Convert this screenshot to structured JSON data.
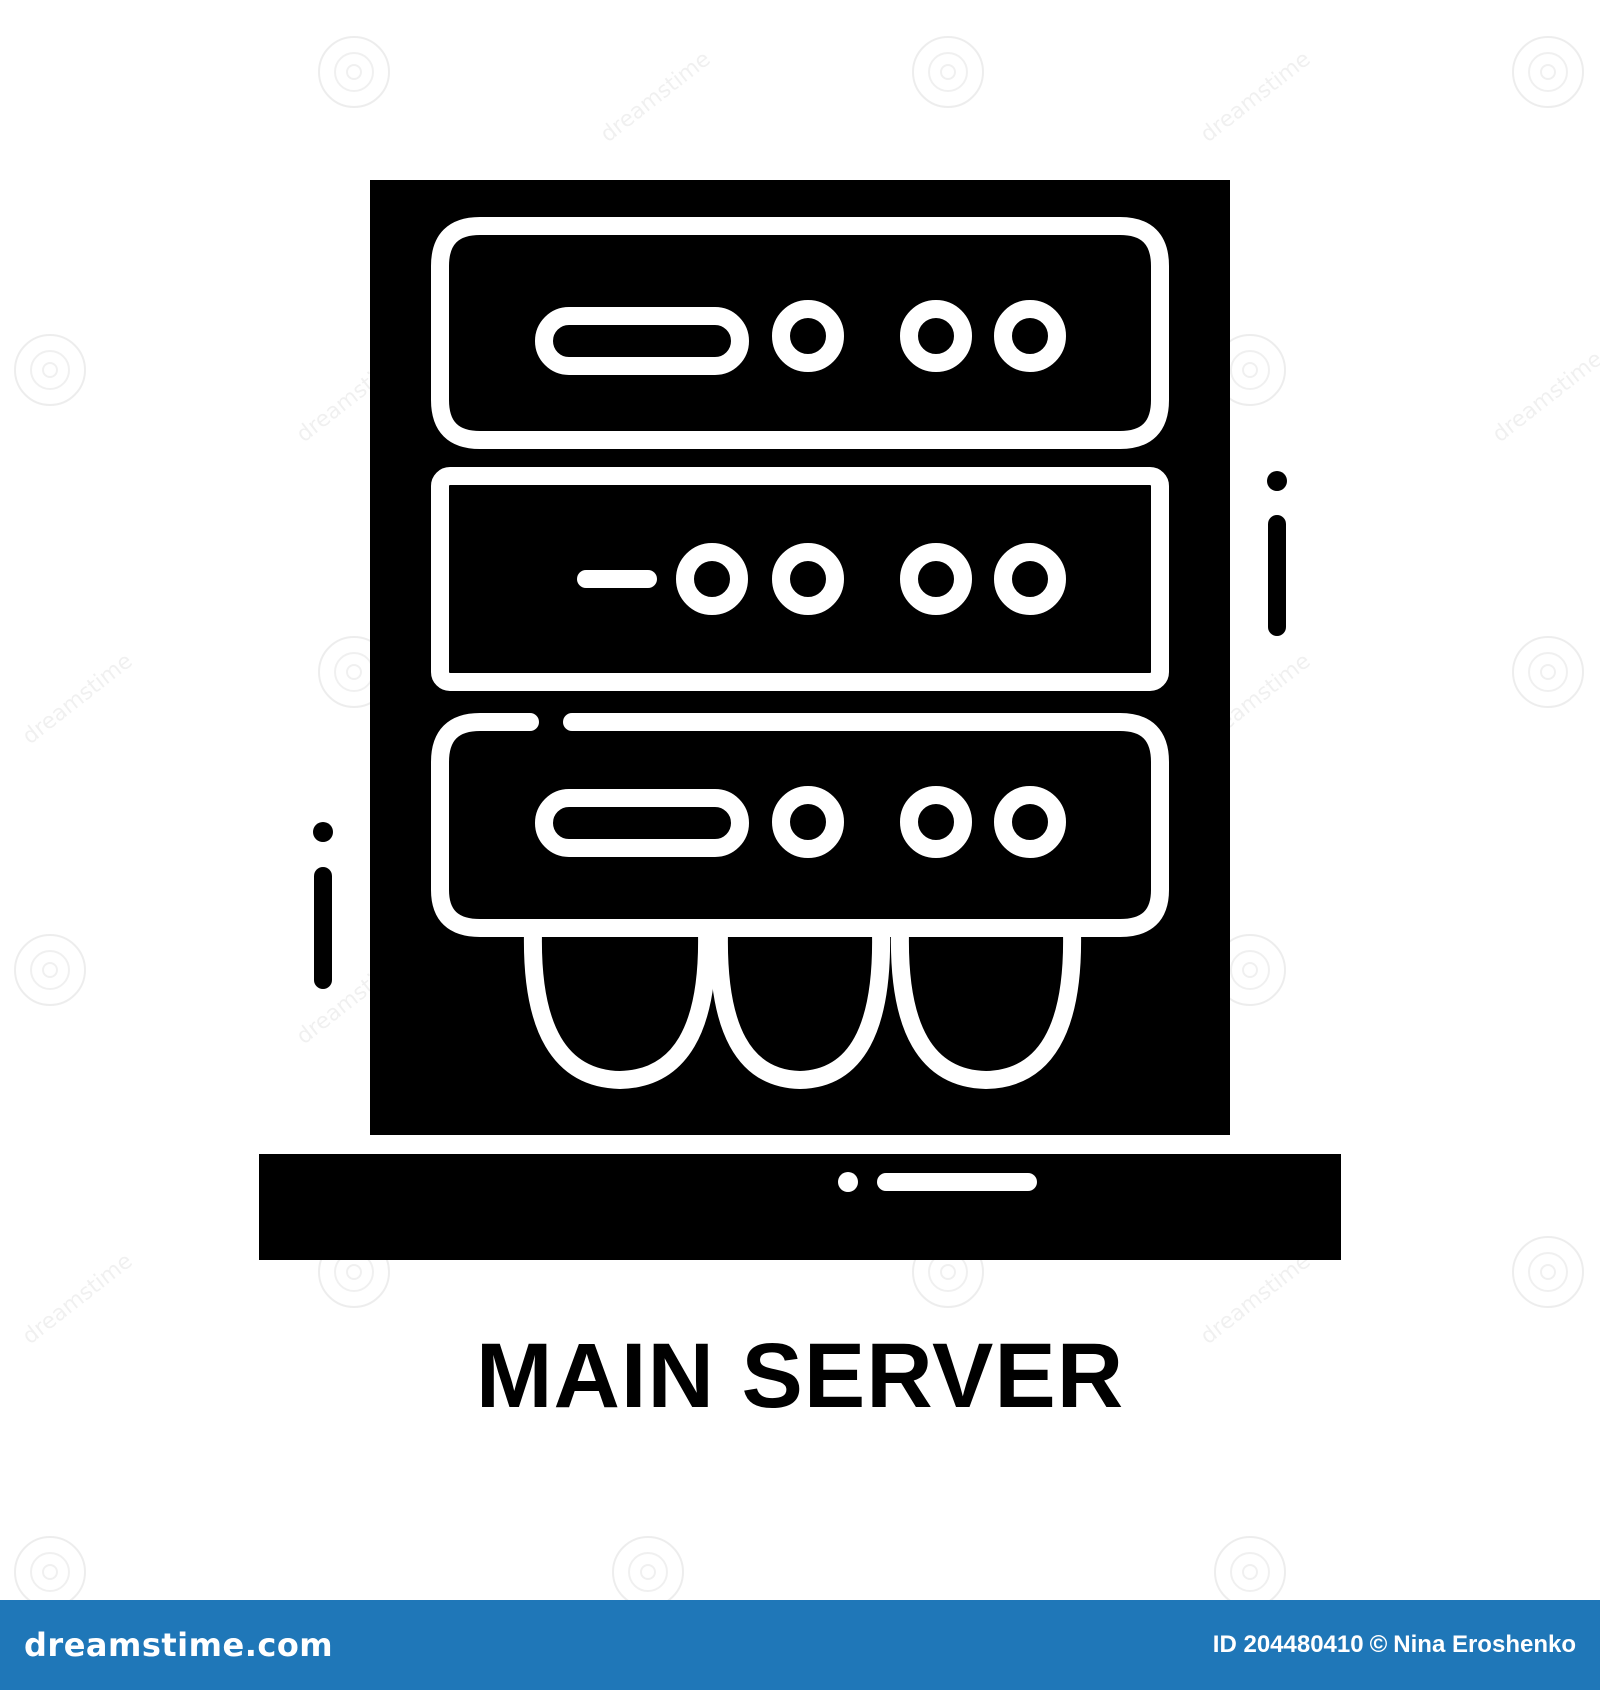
{
  "image": {
    "caption": "MAIN SERVER",
    "icon_name": "server-rack-icon",
    "background_color": "#ffffff",
    "ink_color": "#000000"
  },
  "watermark": {
    "text": "dreamstime",
    "count": 12
  },
  "footer": {
    "logo": "dreamstime.com",
    "id_text": "ID 204480410",
    "copyright_symbol": "©",
    "author": "Nina Eroshenko",
    "background_color": "#1f77b8",
    "text_color": "#ffffff"
  }
}
